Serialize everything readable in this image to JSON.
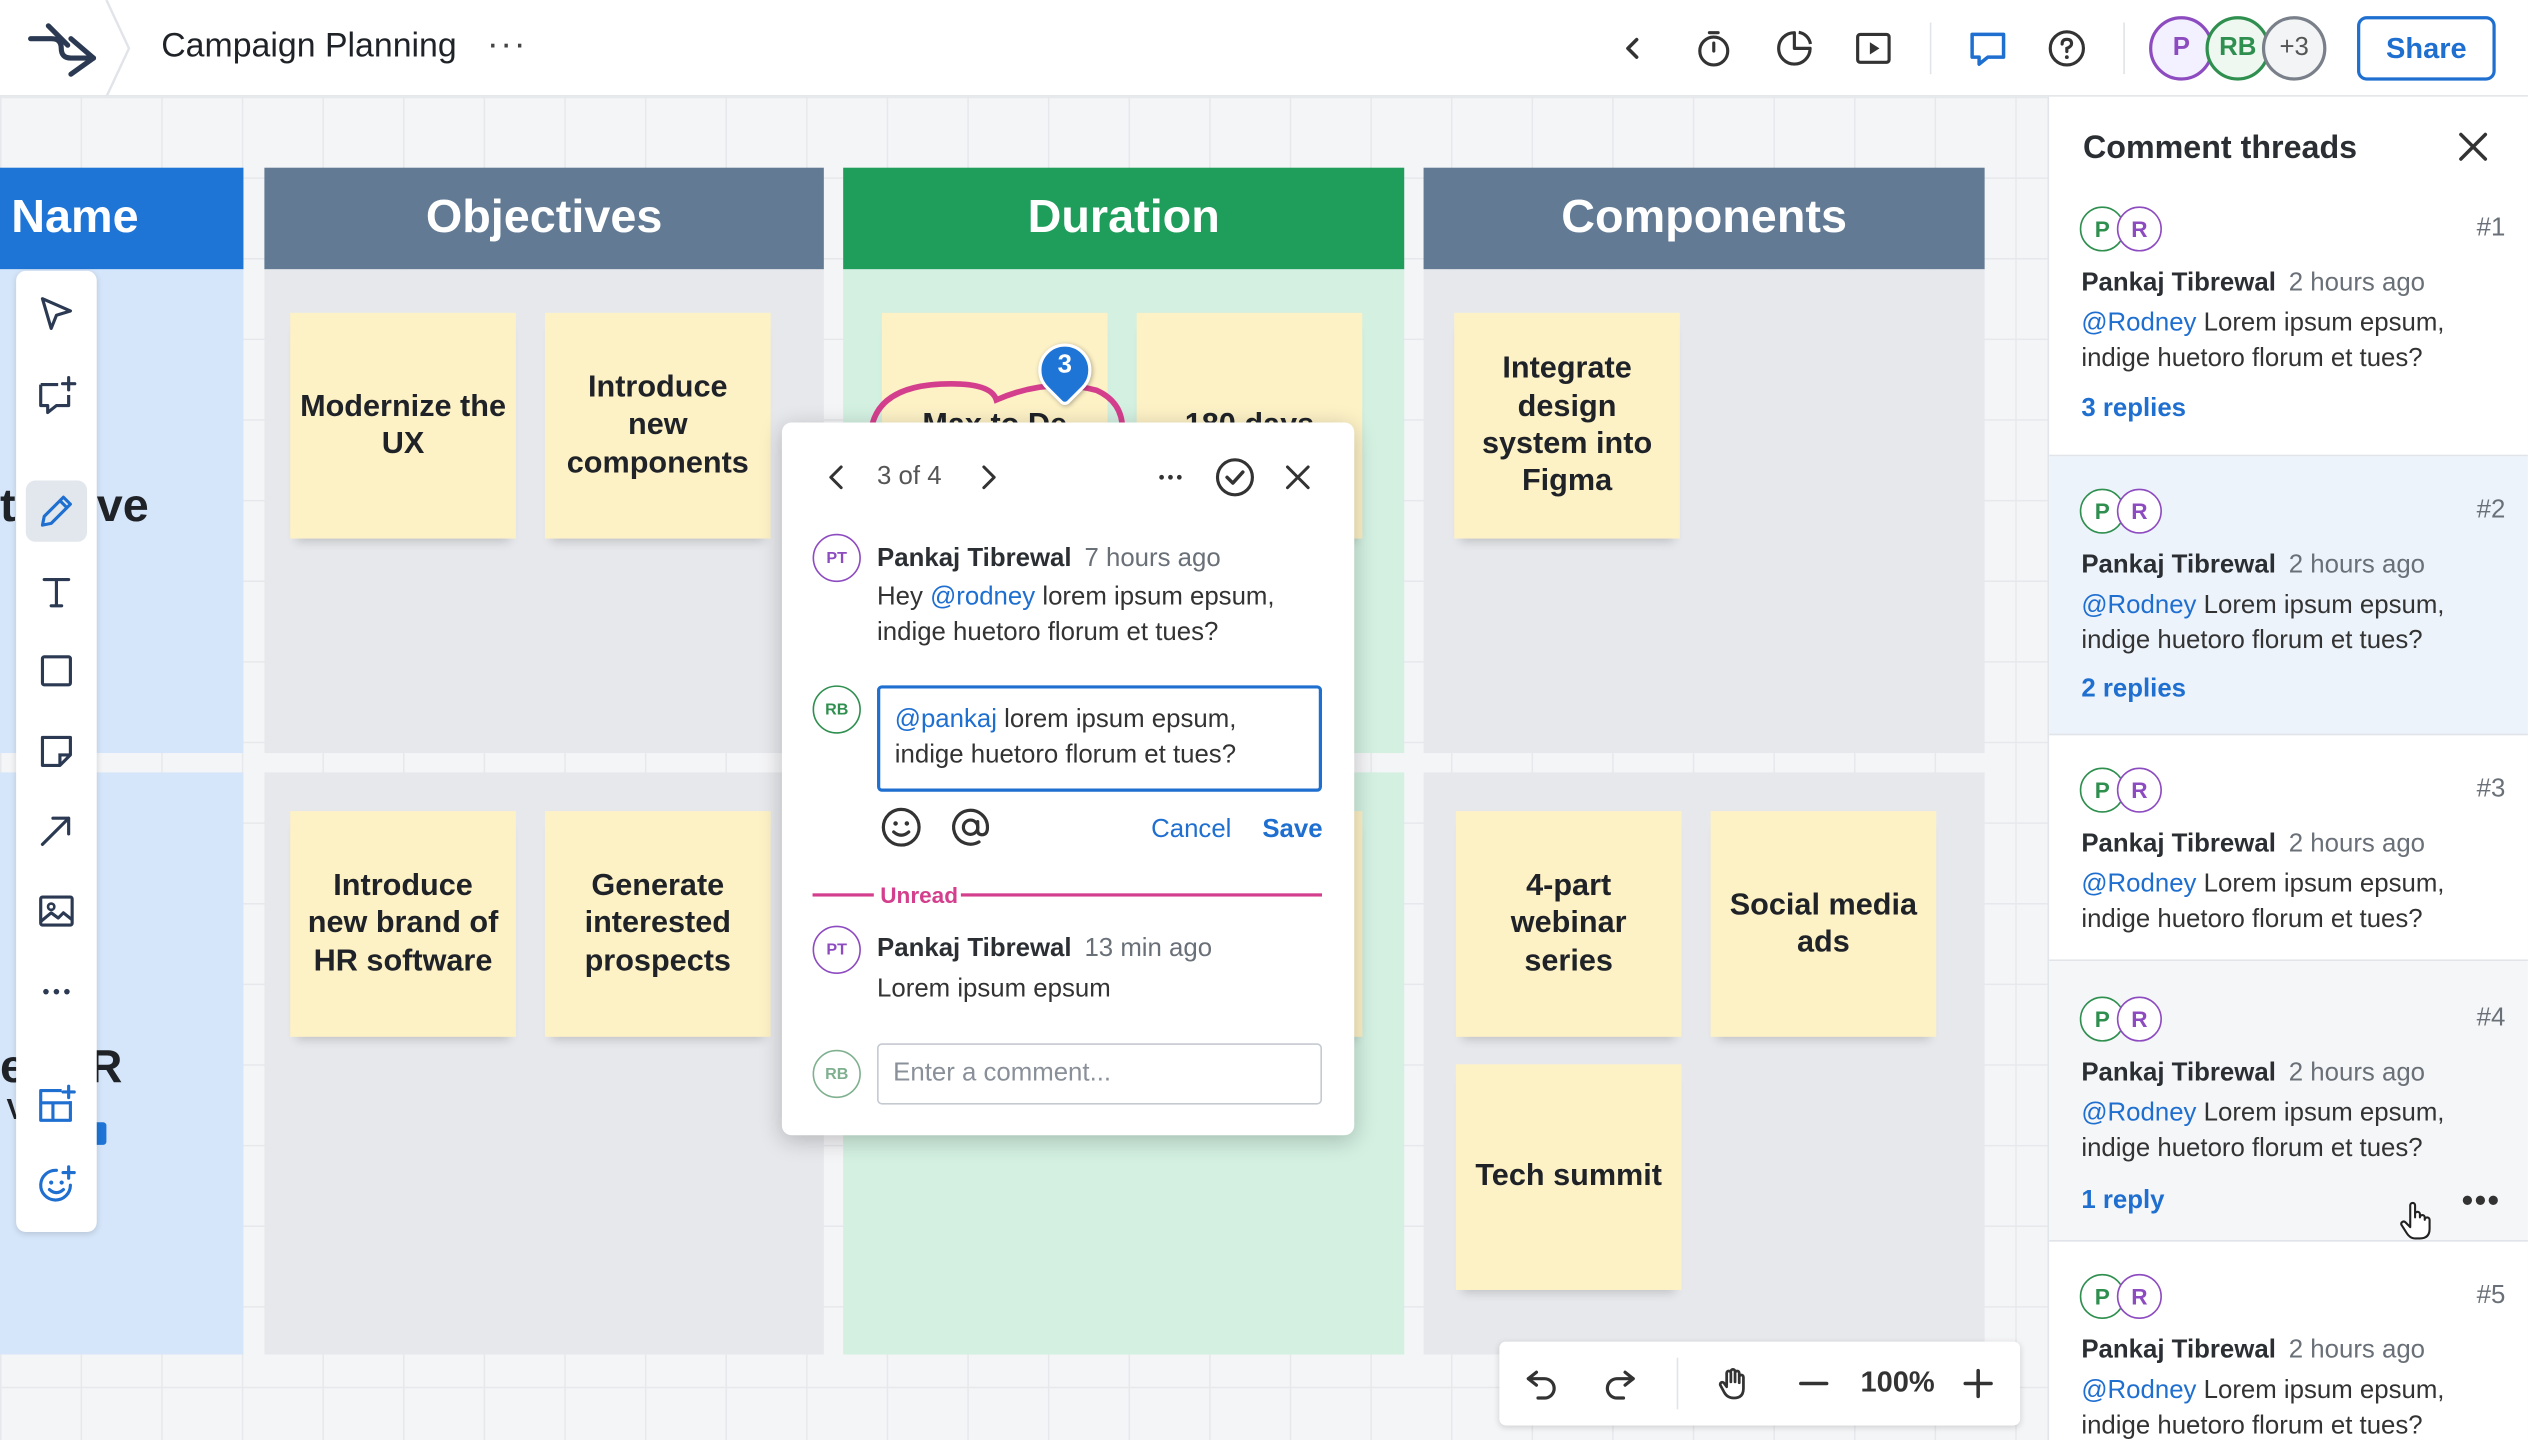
{
  "header": {
    "title": "Campaign Planning",
    "more": "···",
    "avatars": [
      {
        "label": "P",
        "color": "#8d4bc0"
      },
      {
        "label": "RB",
        "color": "#2f8f4f"
      },
      {
        "label": "+3",
        "color": "#7a808a"
      }
    ],
    "share_label": "Share"
  },
  "board": {
    "columns": [
      {
        "label": "Name",
        "color": "#1f75d6"
      },
      {
        "label": "Objectives",
        "color": "#627a93"
      },
      {
        "label": "Duration",
        "color": "#1f9d5b"
      },
      {
        "label": "Components",
        "color": "#627a93"
      }
    ],
    "name_fragments": [
      "t",
      "ve",
      "e",
      "R",
      "V"
    ],
    "stickies": {
      "obj1": "Modernize the UX",
      "obj2": "Introduce new components",
      "obj3": "Introduce new brand of HR software",
      "obj4": "Generate interested prospects",
      "dur1": "Max to De",
      "dur2": "180 days",
      "comp1": "Integrate design system into Figma",
      "comp2": "4-part webinar series",
      "comp3": "Social media ads",
      "comp4": "Tech summit"
    },
    "pin_count": "3"
  },
  "zoom": {
    "value": "100%"
  },
  "popup": {
    "counter": "3 of 4",
    "comment1": {
      "initials": "PT",
      "author": "Pankaj Tibrewal",
      "time": "7 hours ago",
      "text_pre": "Hey",
      "mention": "@rodney",
      "text_post": "lorem ipsum epsum, indige huetoro florum et tues?"
    },
    "reply": {
      "initials": "RB",
      "mention": "@pankaj",
      "text": "lorem ipsum epsum, indige huetoro florum et tues?"
    },
    "cancel_label": "Cancel",
    "save_label": "Save",
    "unread_label": "Unread",
    "comment2": {
      "initials": "PT",
      "author": "Pankaj Tibrewal",
      "time": "13 min ago",
      "text": "Lorem ipsum epsum"
    },
    "new_comment": {
      "initials": "RB",
      "placeholder": "Enter a comment..."
    }
  },
  "panel": {
    "title": "Comment threads",
    "threads": [
      {
        "num": "#1",
        "author": "Pankaj Tibrewal",
        "time": "2 hours ago",
        "mention": "@Rodney",
        "text": "Lorem ipsum epsum, indige huetoro florum et tues?",
        "replies": "3 replies",
        "av1": "P",
        "av2": "R"
      },
      {
        "num": "#2",
        "author": "Pankaj Tibrewal",
        "time": "2 hours ago",
        "mention": "@Rodney",
        "text": "Lorem ipsum epsum, indige huetoro florum et tues?",
        "replies": "2 replies",
        "av1": "P",
        "av2": "R"
      },
      {
        "num": "#3",
        "author": "Pankaj Tibrewal",
        "time": "2 hours ago",
        "mention": "@Rodney",
        "text": "Lorem ipsum epsum, indige huetoro florum et tues?",
        "replies": "",
        "av1": "P",
        "av2": "R"
      },
      {
        "num": "#4",
        "author": "Pankaj Tibrewal",
        "time": "2 hours ago",
        "mention": "@Rodney",
        "text": "Lorem ipsum epsum, indige huetoro florum et tues?",
        "replies": "1 reply",
        "more": "•••",
        "av1": "P",
        "av2": "R"
      },
      {
        "num": "#5",
        "author": "Pankaj Tibrewal",
        "time": "2 hours ago",
        "mention": "@Rodney",
        "text": "Lorem ipsum epsum, indige huetoro florum et tues?",
        "replies": "",
        "av1": "P",
        "av2": "R"
      }
    ]
  }
}
